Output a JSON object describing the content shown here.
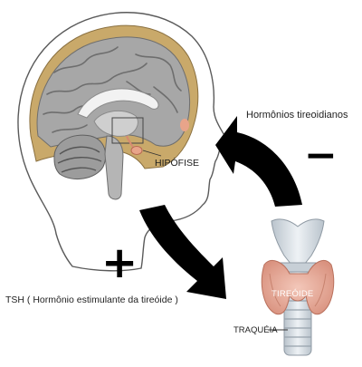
{
  "labels": {
    "hipofise": "HIPÓFISE",
    "tireoide": "TIREÓIDE",
    "traqueia": "TRAQUÉIA",
    "tsh": "TSH ( Hormônio estimulante da tireóide )",
    "hormonios_tireoidianos": "Hormônios tireoidianos"
  },
  "signs": {
    "positive": "+",
    "negative": "−"
  },
  "colors": {
    "brain_gray": "#a7a7a7",
    "brain_sulci": "#6e6e6e",
    "skull_tan": "#c9a96a",
    "pituitary": "#e8a48a",
    "thyroid": "#e9b3a4",
    "cartilage": "#d6dde4",
    "arrow": "#000000"
  }
}
